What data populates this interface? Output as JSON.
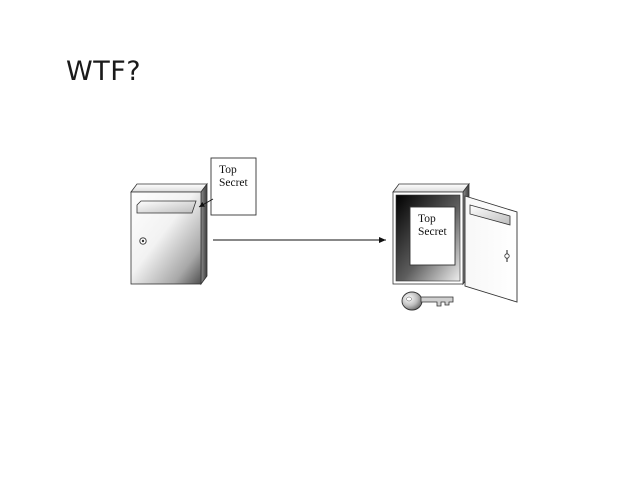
{
  "slide": {
    "title": "WTF?"
  },
  "diagram": {
    "left_document": {
      "line1": "Top",
      "line2": "Secret"
    },
    "right_document": {
      "line1": "Top",
      "line2": "Secret"
    }
  }
}
